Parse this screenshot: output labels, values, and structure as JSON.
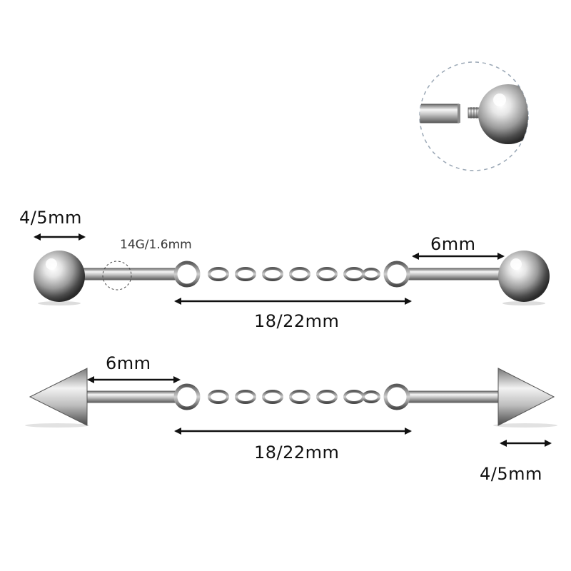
{
  "labels": {
    "top_ball_size": "4/5mm",
    "gauge": "14G/1.6mm",
    "top_right_length": "6mm",
    "top_chain_length": "18/22mm",
    "bottom_left_length": "6mm",
    "bottom_chain_length": "18/22mm",
    "bottom_spike_size": "4/5mm"
  },
  "colors": {
    "metal_light": "#f4f4f4",
    "metal_mid": "#b8b8b8",
    "metal_dark": "#555555",
    "dimension_line": "#111111",
    "text": "#111111"
  },
  "inset": {
    "description_icon": "threaded-ball-detail-icon"
  }
}
